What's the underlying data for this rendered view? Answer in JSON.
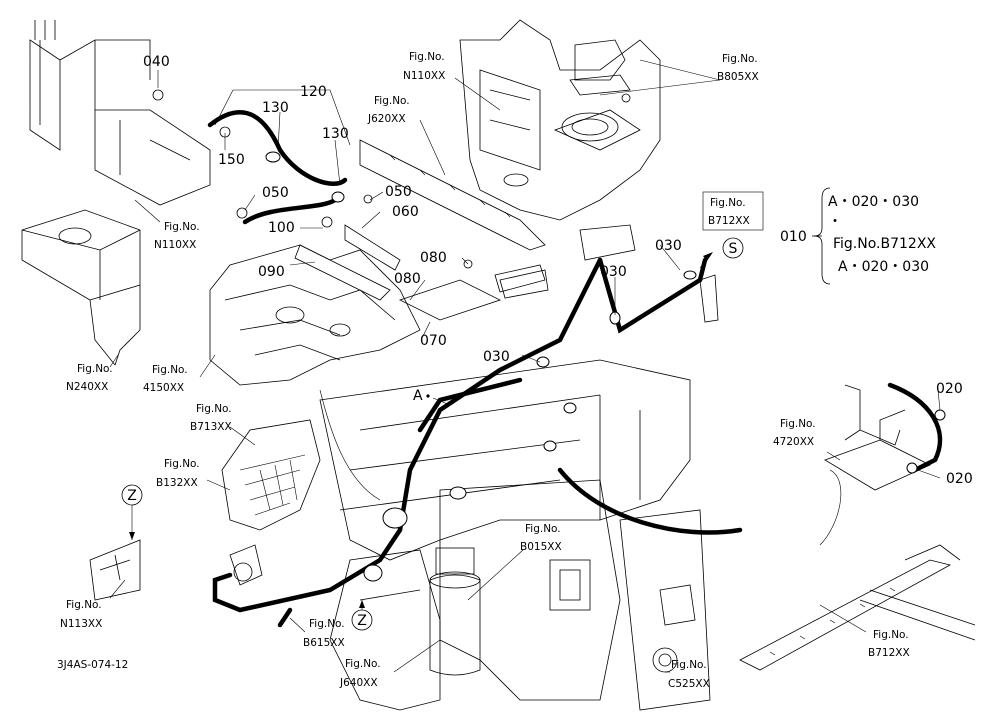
{
  "diagram": {
    "part_labels": [
      {
        "id": "p040",
        "text": "040"
      },
      {
        "id": "p120",
        "text": "120"
      },
      {
        "id": "p130a",
        "text": "130"
      },
      {
        "id": "p130b",
        "text": "130"
      },
      {
        "id": "p150",
        "text": "150"
      },
      {
        "id": "p050a",
        "text": "050"
      },
      {
        "id": "p050b",
        "text": "050"
      },
      {
        "id": "p060",
        "text": "060"
      },
      {
        "id": "p100",
        "text": "100"
      },
      {
        "id": "p090",
        "text": "090"
      },
      {
        "id": "p080a",
        "text": "080"
      },
      {
        "id": "p080b",
        "text": "080"
      },
      {
        "id": "p070",
        "text": "070"
      },
      {
        "id": "p030a",
        "text": "030"
      },
      {
        "id": "p030b",
        "text": "030"
      },
      {
        "id": "p030c",
        "text": "030"
      },
      {
        "id": "p020a",
        "text": "020"
      },
      {
        "id": "p020b",
        "text": "020"
      },
      {
        "id": "pA",
        "text": "A"
      }
    ],
    "fig_refs": [
      {
        "id": "n110a",
        "head": "Fig.No.",
        "code": "N110XX"
      },
      {
        "id": "n110b",
        "head": "Fig.No.",
        "code": "N110XX"
      },
      {
        "id": "b805",
        "head": "Fig.No.",
        "code": "B805XX"
      },
      {
        "id": "j620",
        "head": "Fig.No.",
        "code": "J620XX"
      },
      {
        "id": "b712a",
        "head": "Fig.No.",
        "code": "B712XX"
      },
      {
        "id": "n240",
        "head": "Fig.No.",
        "code": "N240XX"
      },
      {
        "id": "f4150",
        "head": "Fig.No.",
        "code": "4150XX"
      },
      {
        "id": "b713",
        "head": "Fig.No.",
        "code": "B713XX"
      },
      {
        "id": "b132",
        "head": "Fig.No.",
        "code": "B132XX"
      },
      {
        "id": "b015",
        "head": "Fig.No.",
        "code": "B015XX"
      },
      {
        "id": "n113",
        "head": "Fig.No.",
        "code": "N113XX"
      },
      {
        "id": "b615",
        "head": "Fig.No.",
        "code": "B615XX"
      },
      {
        "id": "j640",
        "head": "Fig.No.",
        "code": "J640XX"
      },
      {
        "id": "c525",
        "head": "Fig.No.",
        "code": "C525XX"
      },
      {
        "id": "b712b",
        "head": "Fig.No.",
        "code": "B712XX"
      },
      {
        "id": "f4720",
        "head": "Fig.No.",
        "code": "4720XX"
      }
    ],
    "callouts": [
      {
        "id": "s",
        "text": "S"
      },
      {
        "id": "z1",
        "text": "Z"
      },
      {
        "id": "z2",
        "text": "Z"
      }
    ],
    "legend": {
      "number": "010",
      "line1": "A・020・030",
      "dot": "・",
      "line2": "Fig.No.B712XX",
      "line3": "A・020・030"
    },
    "drawing_code": "3J4AS-074-12"
  }
}
